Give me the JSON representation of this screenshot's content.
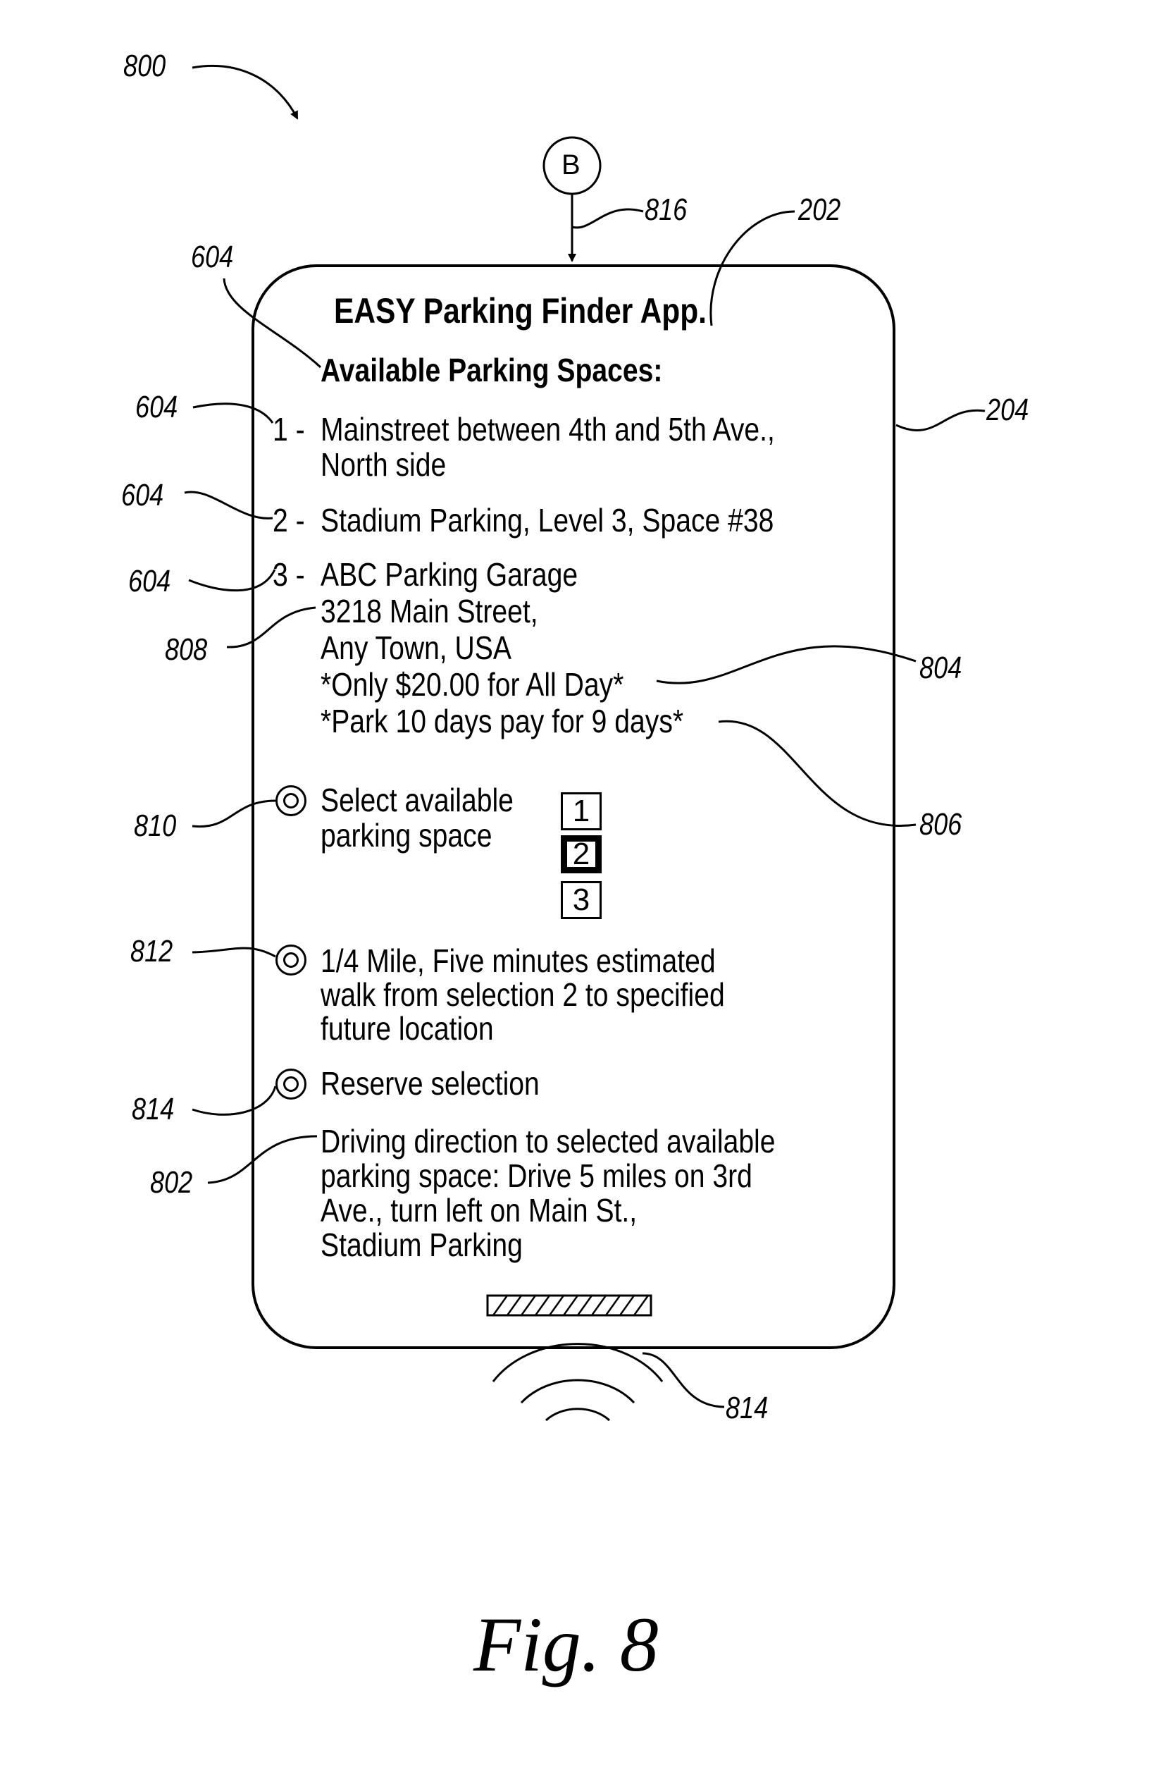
{
  "figure": {
    "id_ref": "800",
    "caption": "Fig. 8",
    "connector_label": "B"
  },
  "phone": {
    "app_title": "EASY Parking Finder App.",
    "list_heading": "Available Parking Spaces:",
    "spaces": [
      {
        "number": "1 -",
        "lines": [
          "Mainstreet between 4th and 5th Ave.,",
          "North side"
        ]
      },
      {
        "number": "2 -",
        "lines": [
          "Stadium Parking, Level 3, Space #38"
        ]
      },
      {
        "number": "3 -",
        "lines": [
          "ABC Parking Garage",
          "3218 Main Street,",
          "Any Town, USA",
          "*Only $20.00 for All Day*",
          "*Park 10 days pay for 9 days*"
        ]
      }
    ],
    "select_option": {
      "lines": [
        "Select available",
        "parking space"
      ]
    },
    "selector_values": [
      "1",
      "2",
      "3"
    ],
    "selected_value": "2",
    "walk_option": {
      "lines": [
        "1/4 Mile, Five minutes estimated",
        "walk from selection 2 to specified",
        "future location"
      ]
    },
    "reserve_option": {
      "lines": [
        "Reserve selection"
      ]
    },
    "directions": {
      "lines": [
        "Driving direction to selected available",
        "parking space:  Drive 5 miles on 3rd",
        "Ave., turn left on Main St.,",
        "Stadium Parking"
      ]
    }
  },
  "reference_labels": {
    "connector": "816",
    "title": "202",
    "device": "204",
    "heading": "604",
    "item1": "604",
    "item2": "604",
    "item3": "604",
    "address": "808",
    "price": "804",
    "discount": "806",
    "select": "810",
    "walk": "812",
    "reserve": "814",
    "directions": "802",
    "wireless": "814"
  }
}
